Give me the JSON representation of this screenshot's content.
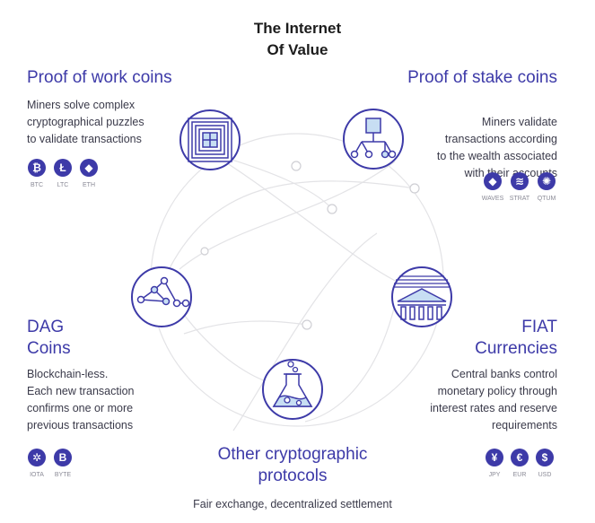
{
  "title": {
    "line1": "The Internet",
    "line2": "Of Value"
  },
  "sections": {
    "pow": {
      "heading": "Proof of work coins",
      "desc": [
        "Miners solve complex",
        "cryptographical puzzles",
        "to validate transactions"
      ],
      "coins": [
        {
          "glyph": "₿",
          "ticker": "BTC",
          "icon": "bitcoin-icon"
        },
        {
          "glyph": "Ł",
          "ticker": "LTC",
          "icon": "litecoin-icon"
        },
        {
          "glyph": "◆",
          "ticker": "ETH",
          "icon": "ethereum-icon"
        }
      ]
    },
    "pos": {
      "heading": "Proof of stake coins",
      "desc": [
        "Miners validate",
        "transactions according",
        "to the wealth associated",
        "with their accounts"
      ],
      "coins": [
        {
          "glyph": "◆",
          "ticker": "WAVES",
          "icon": "waves-icon"
        },
        {
          "glyph": "≋",
          "ticker": "STRAT",
          "icon": "stratis-icon"
        },
        {
          "glyph": "✺",
          "ticker": "QTUM",
          "icon": "qtum-icon"
        }
      ]
    },
    "dag": {
      "heading_line1": "DAG",
      "heading_line2": "Coins",
      "desc": [
        "Blockchain-less.",
        "Each new transaction",
        "confirms one or more",
        "previous transactions"
      ],
      "coins": [
        {
          "glyph": "✲",
          "ticker": "IOTA",
          "icon": "iota-icon"
        },
        {
          "glyph": "B",
          "ticker": "BYTE",
          "icon": "byteball-icon"
        }
      ]
    },
    "fiat": {
      "heading_line1": "FIAT",
      "heading_line2": "Currencies",
      "desc": [
        "Central banks control",
        "monetary policy through",
        "interest rates and reserve",
        "requirements"
      ],
      "coins": [
        {
          "glyph": "¥",
          "ticker": "JPY",
          "icon": "yen-icon"
        },
        {
          "glyph": "€",
          "ticker": "EUR",
          "icon": "euro-icon"
        },
        {
          "glyph": "$",
          "ticker": "USD",
          "icon": "dollar-icon"
        }
      ]
    },
    "other": {
      "heading_line1": "Other cryptographic",
      "heading_line2": "protocols",
      "desc": "Fair exchange, decentralized settlement"
    }
  },
  "colors": {
    "accent": "#3d3aa8",
    "light_accent": "#c7def3",
    "line": "#e1e1e4"
  }
}
